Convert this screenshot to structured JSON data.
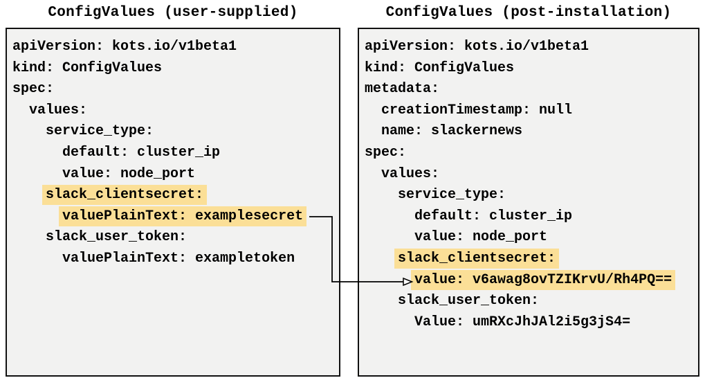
{
  "diagram": {
    "panels": [
      {
        "id": "user-supplied",
        "title": "ConfigValues (user-supplied)",
        "lines": [
          {
            "indent": 0,
            "text": "apiVersion: kots.io/v1beta1",
            "highlight": false
          },
          {
            "indent": 0,
            "text": "kind: ConfigValues",
            "highlight": false
          },
          {
            "indent": 0,
            "text": "spec:",
            "highlight": false
          },
          {
            "indent": 2,
            "text": "values:",
            "highlight": false
          },
          {
            "indent": 4,
            "text": "service_type:",
            "highlight": false
          },
          {
            "indent": 6,
            "text": "default: cluster_ip",
            "highlight": false
          },
          {
            "indent": 6,
            "text": "value: node_port",
            "highlight": false
          },
          {
            "indent": 4,
            "text": "slack_clientsecret:",
            "highlight": true
          },
          {
            "indent": 6,
            "text": "valuePlainText: examplesecret",
            "highlight": true
          },
          {
            "indent": 4,
            "text": "slack_user_token:",
            "highlight": false
          },
          {
            "indent": 6,
            "text": "valuePlainText: exampletoken",
            "highlight": false
          }
        ]
      },
      {
        "id": "post-installation",
        "title": "ConfigValues (post-installation)",
        "lines": [
          {
            "indent": 0,
            "text": "apiVersion: kots.io/v1beta1",
            "highlight": false
          },
          {
            "indent": 0,
            "text": "kind: ConfigValues",
            "highlight": false
          },
          {
            "indent": 0,
            "text": "metadata:",
            "highlight": false
          },
          {
            "indent": 2,
            "text": "creationTimestamp: null",
            "highlight": false
          },
          {
            "indent": 2,
            "text": "name: slackernews",
            "highlight": false
          },
          {
            "indent": 0,
            "text": "spec:",
            "highlight": false
          },
          {
            "indent": 2,
            "text": "values:",
            "highlight": false
          },
          {
            "indent": 4,
            "text": "service_type:",
            "highlight": false
          },
          {
            "indent": 6,
            "text": "default: cluster_ip",
            "highlight": false
          },
          {
            "indent": 6,
            "text": "value: node_port",
            "highlight": false
          },
          {
            "indent": 4,
            "text": "slack_clientsecret:",
            "highlight": true
          },
          {
            "indent": 6,
            "text": "value: v6awag8ovTZIKrvU/Rh4PQ==",
            "highlight": true
          },
          {
            "indent": 4,
            "text": "slack_user_token:",
            "highlight": false
          },
          {
            "indent": 6,
            "text": "Value: umRXcJhJAl2i5g3jS4=",
            "highlight": false
          }
        ]
      }
    ],
    "arrow": {
      "from": "valuePlainText: examplesecret",
      "to": "value: v6awag8ovTZIKrvU/Rh4PQ=="
    },
    "colors": {
      "highlight": "#FBDF97",
      "panel_bg": "#F2F2F1",
      "panel_border": "#111111",
      "text": "#000000",
      "arrow": "#000000"
    }
  }
}
